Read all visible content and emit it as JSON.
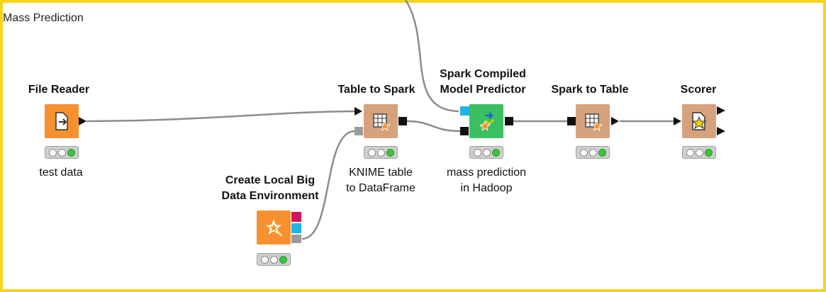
{
  "annotation": {
    "title": "Mass Prediction"
  },
  "colors": {
    "frame": "#f8d41c",
    "source_node": "#f7902e",
    "manipulator_node": "#d6a27c",
    "predictor_node": "#3cbf62",
    "scorer_node": "#d6a27c",
    "wire": "#8c8c8c",
    "port_blue": "#22b4e6",
    "port_pink": "#d4145a",
    "port_gray": "#9a9a9a",
    "status_green": "#3bc43b"
  },
  "nodes": [
    {
      "id": "file-reader",
      "title": "File Reader",
      "label": "test data",
      "icon": "file-reader-icon",
      "status": "executed"
    },
    {
      "id": "create-local-big-data-environment",
      "title": "Create Local Big Data Environment",
      "label": "",
      "icon": "spark-context-icon",
      "status": "executed"
    },
    {
      "id": "table-to-spark",
      "title": "Table to Spark",
      "label": "KNIME table to DataFrame",
      "icon": "table-to-spark-icon",
      "status": "executed"
    },
    {
      "id": "spark-compiled-model-predictor",
      "title": "Spark Compiled Model Predictor",
      "label": "mass prediction in Hadoop",
      "icon": "predictor-icon",
      "status": "executed"
    },
    {
      "id": "spark-to-table",
      "title": "Spark to Table",
      "label": "",
      "icon": "spark-to-table-icon",
      "status": "executed"
    },
    {
      "id": "scorer",
      "title": "Scorer",
      "label": "",
      "icon": "scorer-icon",
      "status": "executed"
    }
  ],
  "titles": {
    "file_reader": "File Reader",
    "table_to_spark": "Table to Spark",
    "predictor_line1": "Spark Compiled",
    "predictor_line2": "Model Predictor",
    "spark_to_table": "Spark to Table",
    "scorer": "Scorer",
    "create_line1": "Create Local Big",
    "create_line2": "Data Environment"
  },
  "labels": {
    "file_reader": "test data",
    "table_to_spark_line1": "KNIME table",
    "table_to_spark_line2": "to DataFrame",
    "predictor_line1": "mass prediction",
    "predictor_line2": "in Hadoop"
  }
}
